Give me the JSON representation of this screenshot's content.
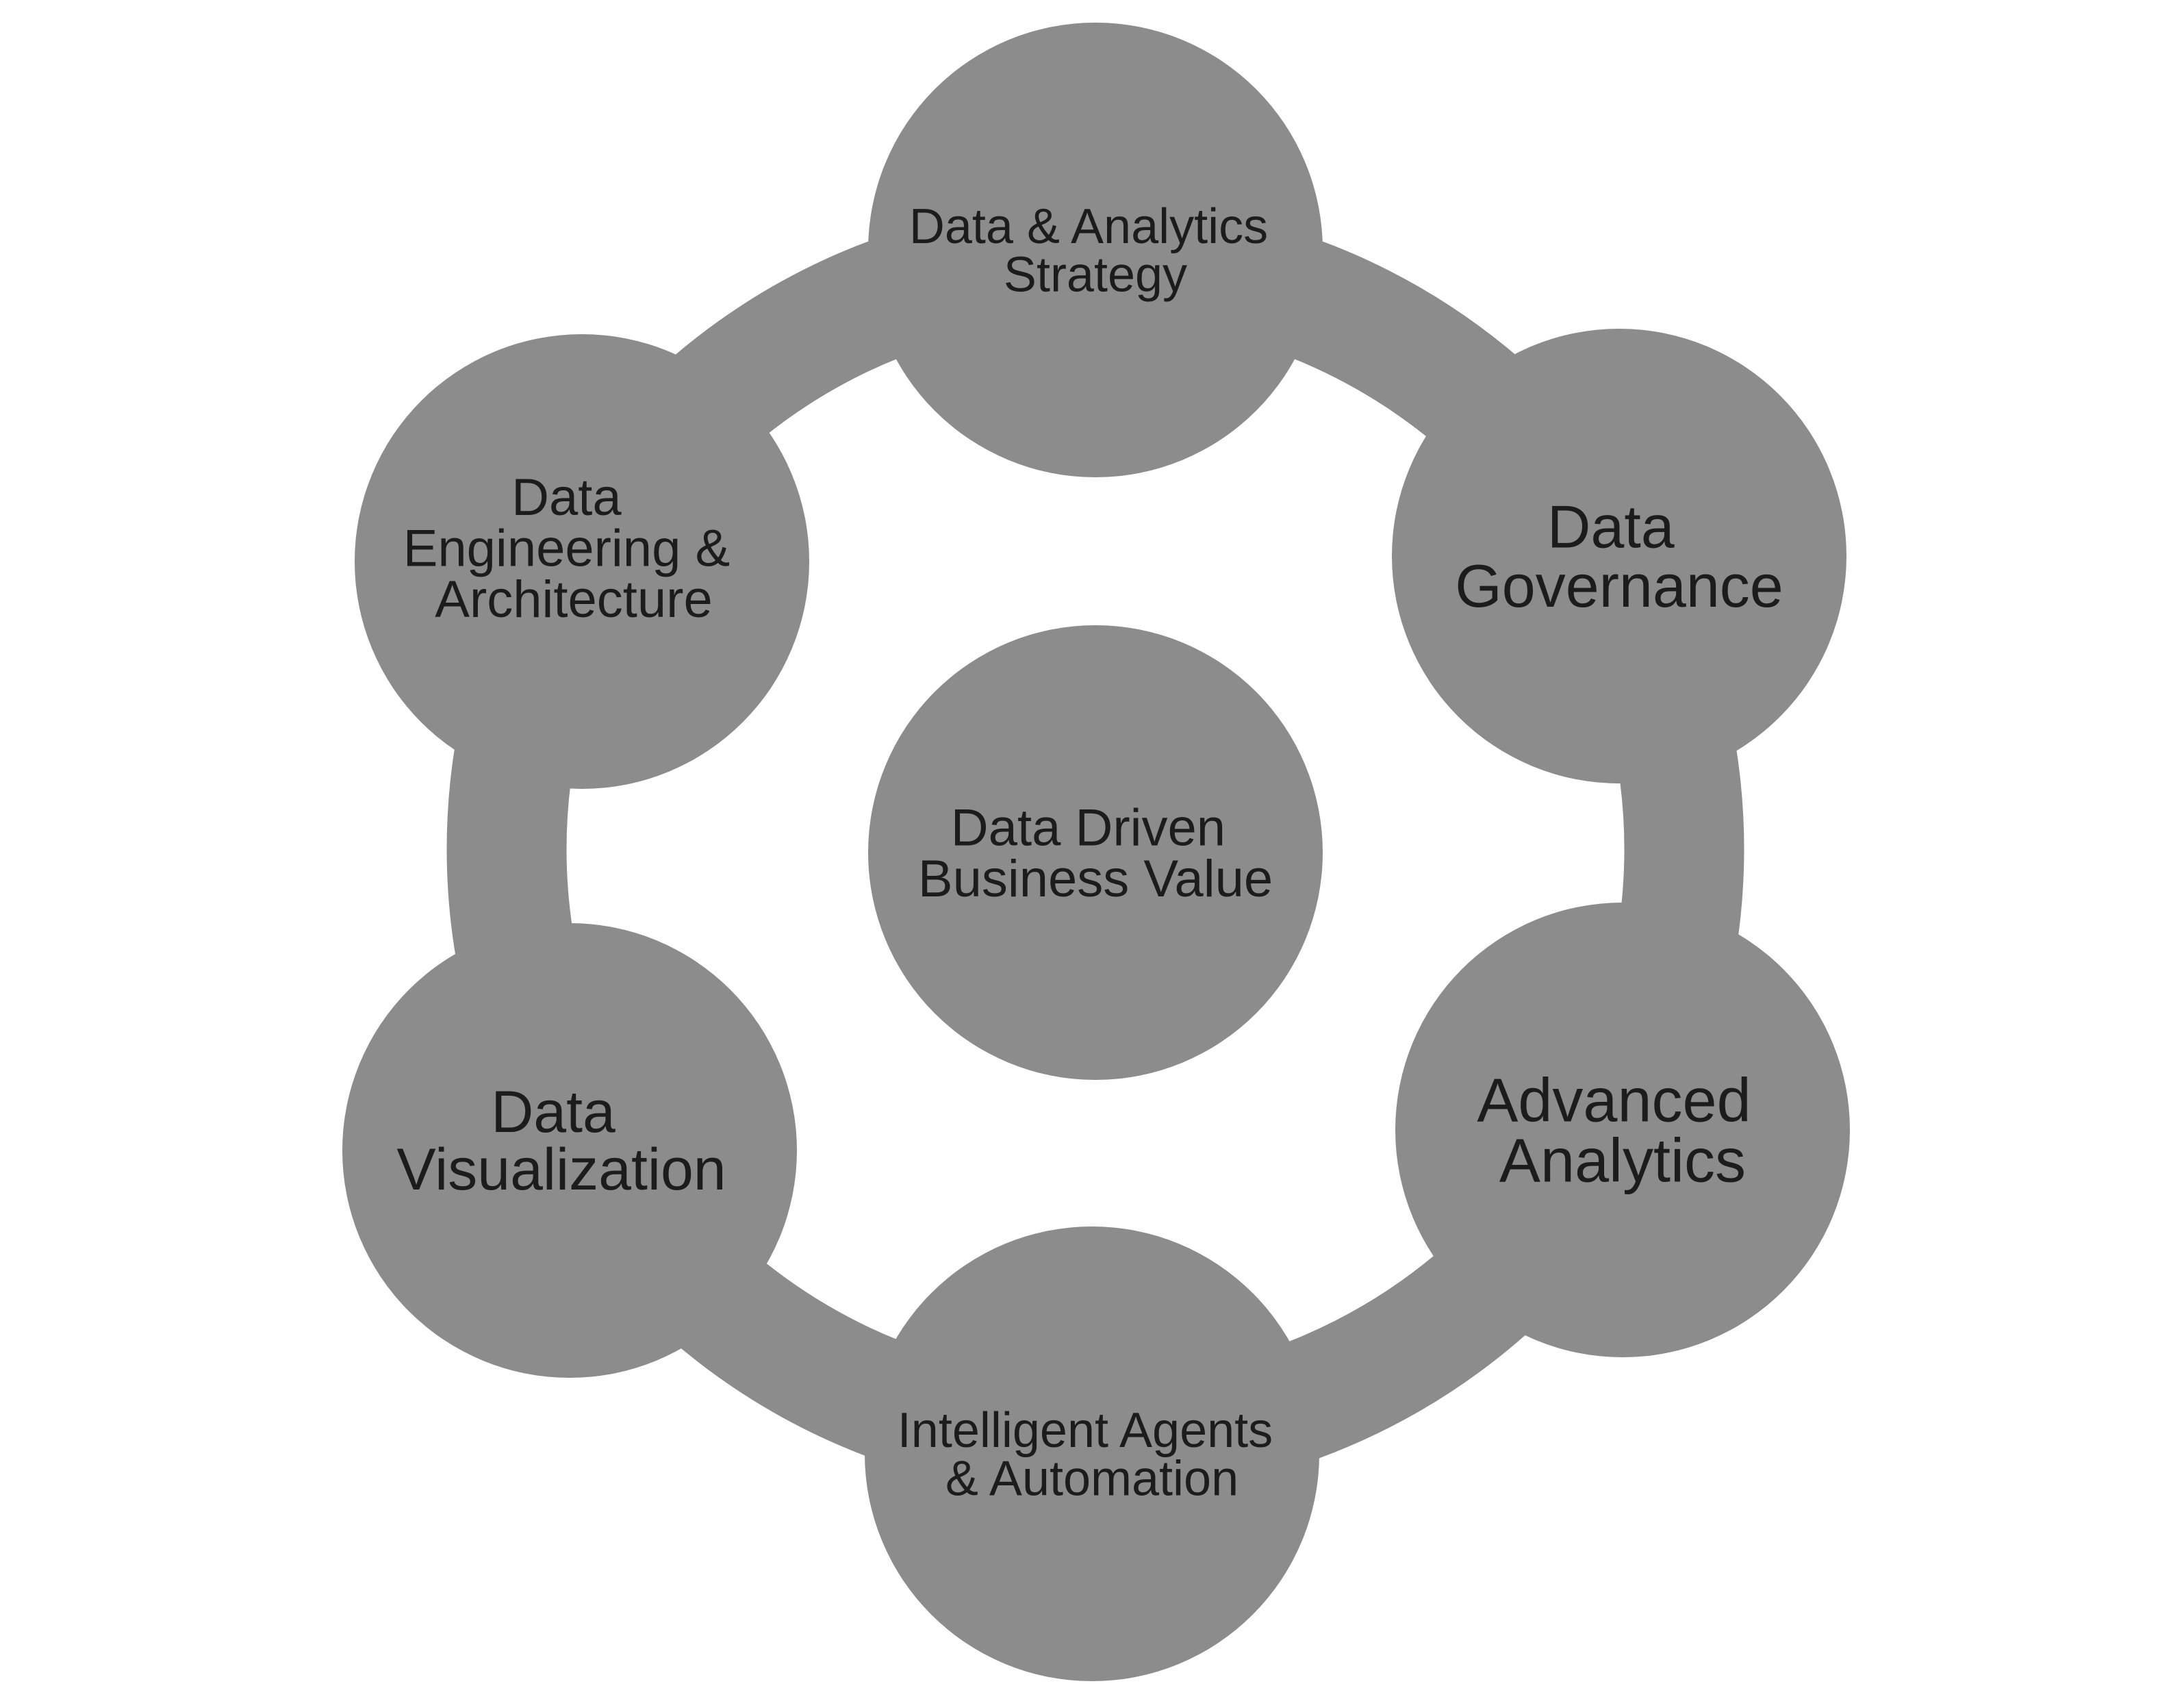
{
  "diagram": {
    "fill_color": "#8c8c8c",
    "text_color": "#1c1c1c",
    "background_color": "#ffffff",
    "center": {
      "lines": [
        "Data Driven",
        "Business Value"
      ]
    },
    "nodes": [
      {
        "id": "strategy",
        "lines": [
          "Data & Analytics",
          "Strategy"
        ]
      },
      {
        "id": "governance",
        "lines": [
          "Data",
          "Governance"
        ]
      },
      {
        "id": "advanced",
        "lines": [
          "Advanced",
          "Analytics"
        ]
      },
      {
        "id": "agents",
        "lines": [
          "Intelligent Agents",
          "& Automation"
        ]
      },
      {
        "id": "visualization",
        "lines": [
          "Data",
          "Visualization"
        ]
      },
      {
        "id": "engineering",
        "lines": [
          "Data",
          "Engineering &",
          "Architecture"
        ]
      }
    ]
  }
}
